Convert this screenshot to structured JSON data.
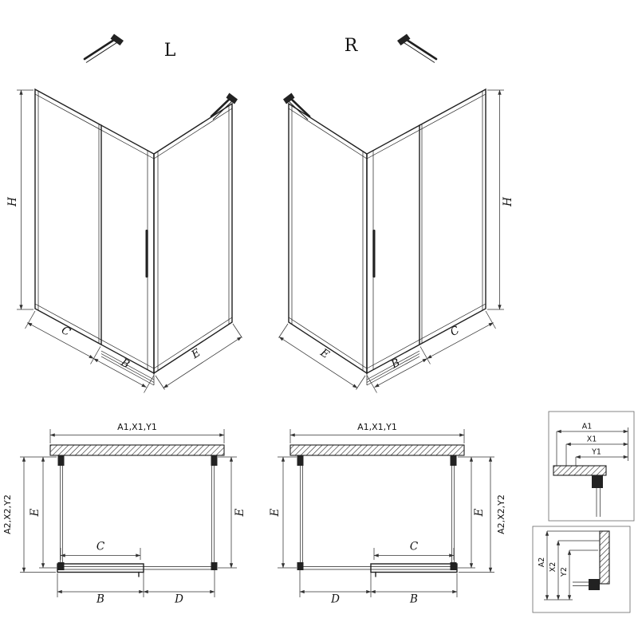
{
  "page": {
    "background": "#ffffff",
    "line_color": "#1f1f1f",
    "dim_color": "#333333"
  },
  "iso_left": {
    "title": "L",
    "dims": {
      "h": "H",
      "c": "C",
      "b": "B",
      "e": "E"
    }
  },
  "iso_right": {
    "title": "R",
    "dims": {
      "h": "H",
      "c": "C",
      "b": "B",
      "e": "E"
    }
  },
  "plan_left": {
    "dims": {
      "top": "A1,X1,Y1",
      "left_outer": "A2,X2,Y2",
      "left_inner": "E",
      "right": "E",
      "c": "C",
      "b": "B",
      "d": "D"
    }
  },
  "plan_right": {
    "dims": {
      "top": "A1,X1,Y1",
      "left": "E",
      "right_inner": "E",
      "right_outer": "A2,X2,Y2",
      "c": "C",
      "b": "B",
      "d": "D"
    }
  },
  "detail_top": {
    "dims": {
      "a1": "A1",
      "x1": "X1",
      "y1": "Y1"
    }
  },
  "detail_bottom": {
    "dims": {
      "a2": "A2",
      "x2": "X2",
      "y2": "Y2"
    }
  }
}
